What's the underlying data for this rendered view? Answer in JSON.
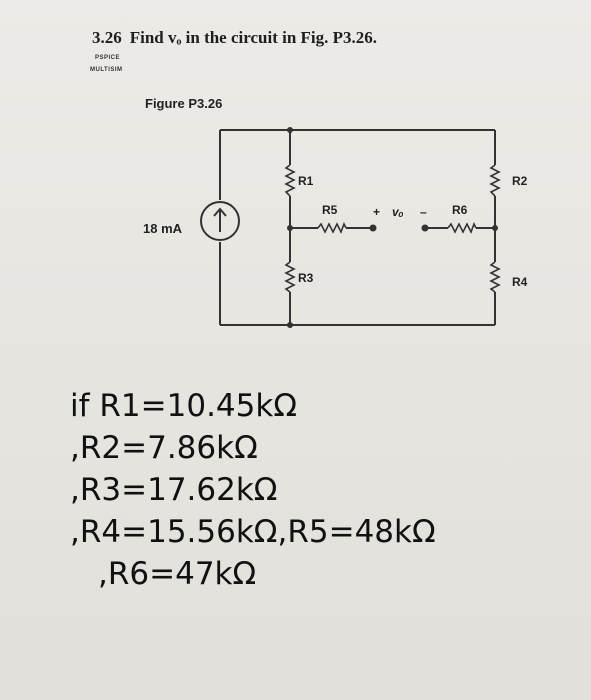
{
  "problem": {
    "number": "3.26",
    "text": "Find vₒ in the circuit in Fig. P3.26.",
    "tag1": "PSPICE",
    "tag2": "MULTISIM"
  },
  "figure": {
    "label": "Figure P3.26",
    "source_label": "18 mA",
    "r1": "R1",
    "r2": "R2",
    "r3": "R3",
    "r4": "R4",
    "r5": "R5",
    "r6": "R6",
    "plus": "+",
    "minus": "–",
    "vo": "vₒ"
  },
  "given": {
    "line1": "if R1=10.45kΩ",
    "line2": ",R2=7.86kΩ",
    "line3": ",R3=17.62kΩ",
    "line4": ",R4=15.56kΩ,R5=48kΩ",
    "line5": ",R6=47kΩ"
  }
}
